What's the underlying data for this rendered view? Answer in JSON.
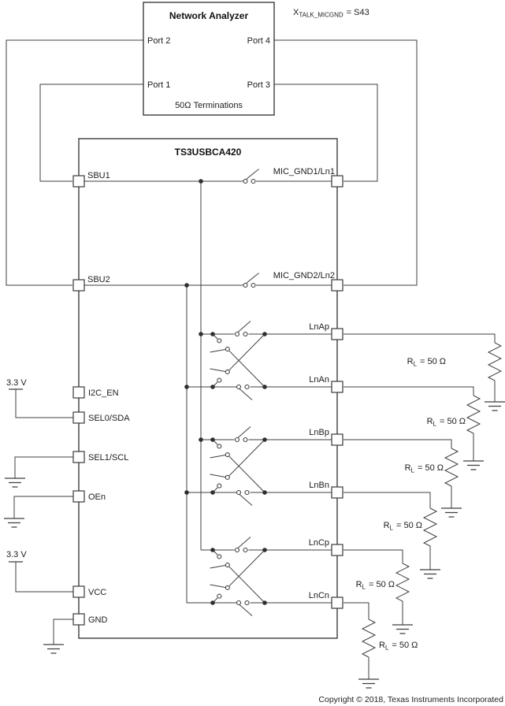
{
  "na": {
    "title": "Network Analyzer",
    "port1": "Port 1",
    "port2": "Port 2",
    "port3": "Port 3",
    "port4": "Port 4",
    "terminations": "50Ω Terminations"
  },
  "xtalk": {
    "base": "X",
    "sub": "TALK_MICGND",
    "rest": "= S43"
  },
  "chip": {
    "title": "TS3USBCA420",
    "pins": {
      "sbu1": "SBU1",
      "sbu2": "SBU2",
      "i2c_en": "I2C_EN",
      "sel0_sda": "SEL0/SDA",
      "sel1_scl": "SEL1/SCL",
      "oen": "OEn",
      "vcc": "VCC",
      "gnd": "GND",
      "mic_gnd1": "MIC_GND1/Ln1",
      "mic_gnd2": "MIC_GND2/Ln2",
      "lnap": "LnAp",
      "lnan": "LnAn",
      "lnbp": "LnBp",
      "lnbn": "LnBn",
      "lncp": "LnCp",
      "lncn": "LnCn"
    }
  },
  "supply": {
    "label": "3.3 V"
  },
  "load": {
    "base": "R",
    "sub": "L",
    "rest": "= 50 Ω"
  },
  "copyright": "Copyright © 2018, Texas Instruments Incorporated",
  "colors": {
    "line": "#3f3f3f",
    "text": "#1c1c1c",
    "background": "#ffffff"
  }
}
